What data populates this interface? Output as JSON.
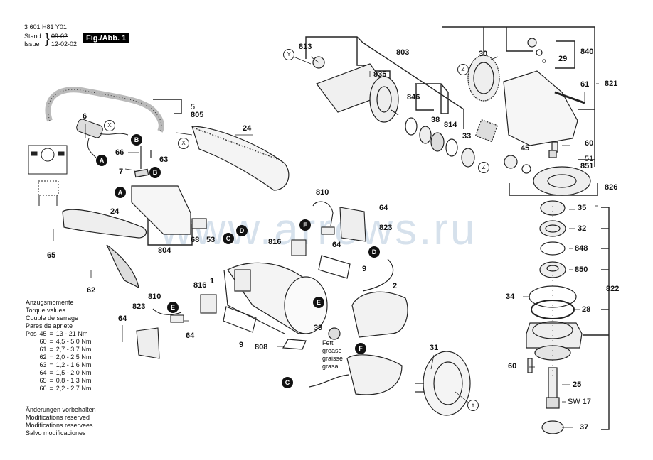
{
  "header": {
    "part_number": "3 601 H81 Y01",
    "stand_label": "Stand",
    "issue_label": "Issue",
    "stand_value": "09-02",
    "issue_value": "12-02-02",
    "figure_label": "Fig./Abb. 1"
  },
  "watermark": "www.arrows.ru",
  "torque": {
    "titles": [
      "Anzugsmomente",
      "Torque values",
      "Couple de serrage",
      "Pares de apriete"
    ],
    "pos_label": "Pos",
    "rows": [
      {
        "pos": "45",
        "eq": "=",
        "value": "13 - 21 Nm"
      },
      {
        "pos": "60",
        "eq": "=",
        "value": "4,5 - 5,0 Nm"
      },
      {
        "pos": "61",
        "eq": "=",
        "value": "2,7 - 3,7 Nm"
      },
      {
        "pos": "62",
        "eq": "=",
        "value": "2,0 - 2,5 Nm"
      },
      {
        "pos": "63",
        "eq": "=",
        "value": "1,2 - 1,6 Nm"
      },
      {
        "pos": "64",
        "eq": "=",
        "value": "1,5 - 2,0 Nm"
      },
      {
        "pos": "65",
        "eq": "=",
        "value": "0,8 - 1,3 Nm"
      },
      {
        "pos": "66",
        "eq": "=",
        "value": "2,2 - 2,7 Nm"
      }
    ]
  },
  "footer_notes": [
    "Änderungen vorbehalten",
    "Modifications reserved",
    "Modifications reservees",
    "Salvo modificaciones"
  ],
  "grease_note": [
    "Fett",
    "grease",
    "graisse",
    "grasa"
  ],
  "part_labels": {
    "p813": "813",
    "p803": "803",
    "p835": "835",
    "p846": "846",
    "p38": "38",
    "p814": "814",
    "p33": "33",
    "p30": "30",
    "p840": "840",
    "p29": "29",
    "p821": "821",
    "p61": "61",
    "p60a": "60",
    "p51": "51",
    "p851": "851",
    "p45": "45",
    "p826": "826",
    "p35": "35",
    "p32": "32",
    "p848": "848",
    "p850": "850",
    "p822": "822",
    "p34": "34",
    "p28": "28",
    "p60b": "60",
    "p25": "25",
    "sw17": "SW 17",
    "p37": "37",
    "p5": "5",
    "p805": "805",
    "p6": "6",
    "p24a": "24",
    "p66": "66",
    "p63": "63",
    "p7": "7",
    "p24b": "24",
    "p65": "65",
    "p62": "62",
    "p804": "804",
    "p68": "68",
    "p53": "53",
    "p810a": "810",
    "p64a": "64",
    "p823a": "823",
    "p816a": "816",
    "p64b": "64",
    "p9a": "9",
    "p2": "2",
    "p1": "1",
    "p816b": "816",
    "p810b": "810",
    "p823b": "823",
    "p64c": "64",
    "p64d": "64",
    "p9b": "9",
    "p808": "808",
    "p39": "39",
    "p31": "31"
  },
  "connectors": {
    "A": "A",
    "B": "B",
    "C": "C",
    "D": "D",
    "E": "E",
    "F": "F",
    "X": "X",
    "Y": "Y",
    "Z": "Z"
  }
}
